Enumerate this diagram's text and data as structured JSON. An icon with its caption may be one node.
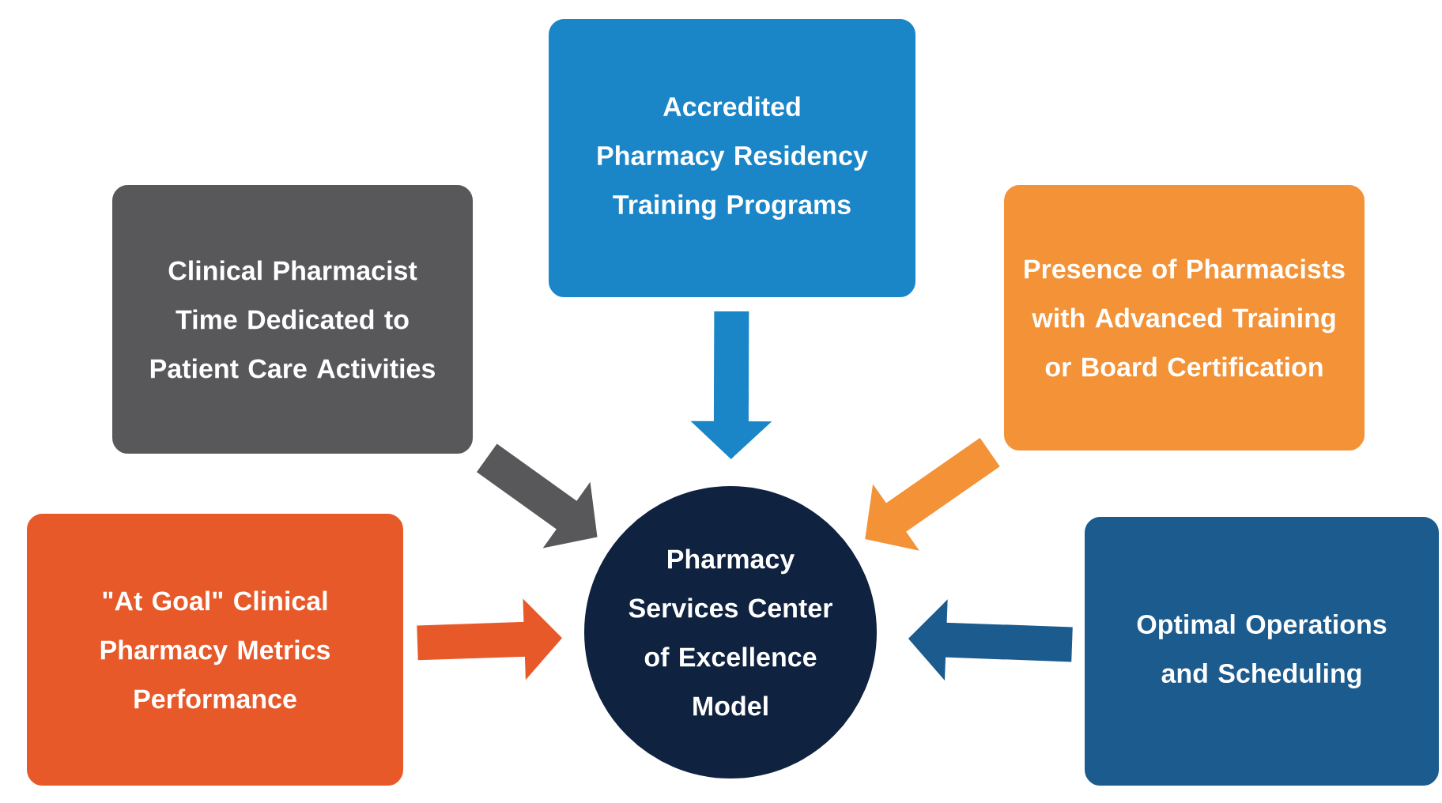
{
  "diagram": {
    "nodes": [
      {
        "text": [
          "Accredited Pharmacy Residency Training Programs"
        ]
      },
      {
        "text": [
          "Clinical Pharmacist Time Dedicated to Patient Care Activities"
        ]
      },
      {
        "text": [
          "Presence of Pharmacists with Advanced Training or Board Certification"
        ]
      },
      {
        "text": [
          "\"At Goal\" Clinical Pharmacy Metrics Performance"
        ]
      },
      {
        "text": [
          "Pharmacy Services Center of Excellence Model"
        ]
      },
      {
        "text": [
          "Optimal Operations and Scheduling"
        ]
      }
    ],
    "edges": [
      {
        "from": 0,
        "to": 4,
        "arrow": "to",
        "color": "#1a86c8"
      },
      {
        "from": 1,
        "to": 4,
        "arrow": "to",
        "color": "#58585a"
      },
      {
        "from": 2,
        "to": 4,
        "arrow": "to",
        "color": "#f39237"
      },
      {
        "from": 3,
        "to": 4,
        "arrow": "to",
        "color": "#e8592a"
      },
      {
        "from": 5,
        "to": 4,
        "arrow": "to",
        "color": "#1c5b8e"
      }
    ]
  }
}
